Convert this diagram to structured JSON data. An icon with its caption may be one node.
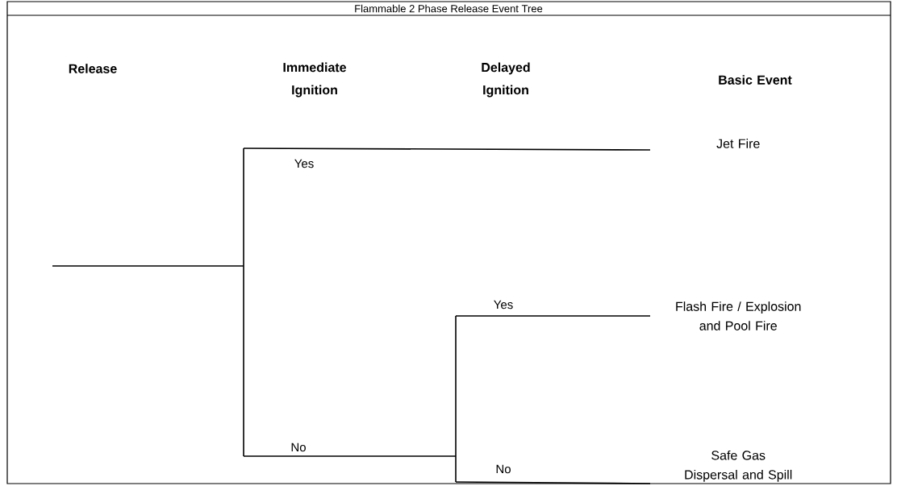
{
  "diagram": {
    "title": "Flammable 2 Phase Release Event Tree",
    "nodes": [
      {
        "text": [
          "Jet Fire"
        ]
      },
      {
        "text": [
          "Flash Fire / Explosion and Pool Fire"
        ]
      },
      {
        "text": [
          "Safe Gas Dispersal and Spill"
        ]
      }
    ],
    "edges": [
      {
        "from": null,
        "to": 0,
        "arrow": "none",
        "label": "Yes"
      },
      {
        "from": null,
        "to": 1,
        "arrow": "none",
        "label": "Yes"
      },
      {
        "from": null,
        "to": 2,
        "arrow": "none",
        "label": "No"
      }
    ],
    "labels": [
      "Release",
      "Immediate Ignition",
      "Delayed Ignition",
      "Basic Event",
      "No"
    ]
  }
}
